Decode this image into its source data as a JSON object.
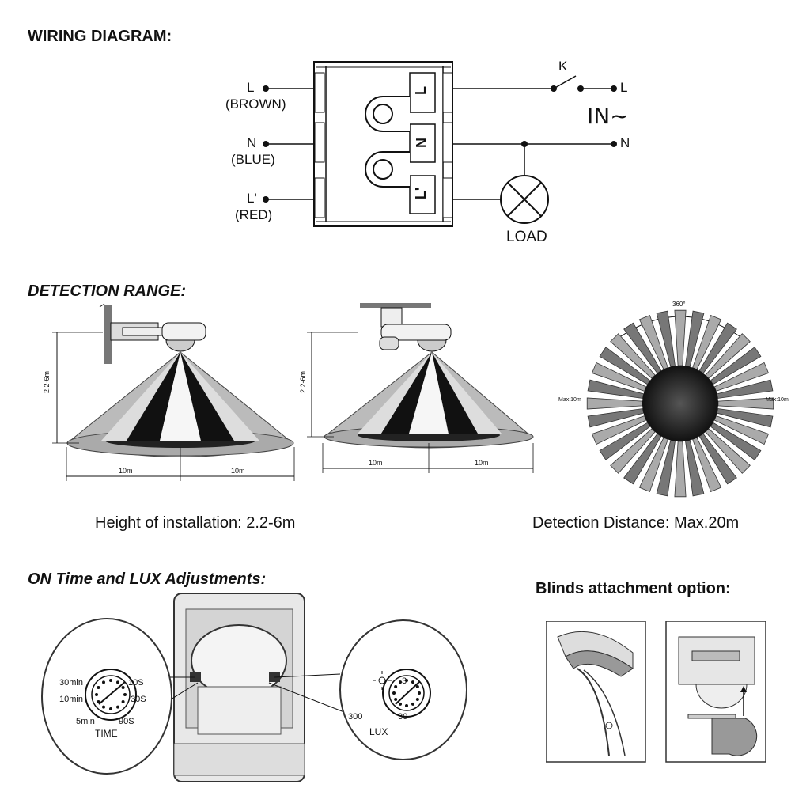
{
  "wiring": {
    "heading": "WIRING DIAGRAM:",
    "left_terminals": [
      {
        "label": "L",
        "color": "(BROWN)"
      },
      {
        "label": "N",
        "color": "(BLUE)"
      },
      {
        "label": "L'",
        "color": "(RED)"
      }
    ],
    "block_terminals": [
      "L",
      "N",
      "L'"
    ],
    "switch_label": "K",
    "right_terminals": [
      "L",
      "N"
    ],
    "input_label": "IN~",
    "load_label": "LOAD"
  },
  "detection": {
    "heading": "DETECTION RANGE:",
    "height_label": "2.2-6m",
    "wall_left_dist": "10m",
    "wall_right_dist": "10m",
    "ceiling_left_dist": "10m",
    "ceiling_right_dist": "10m",
    "angle_label": "360°",
    "max_left": "Max:10m",
    "max_right": "Max:10m",
    "caption_height": "Height of installation: 2.2-6m",
    "caption_distance": "Detection Distance: Max.20m"
  },
  "adjust": {
    "heading": "ON Time and LUX Adjustments:",
    "time_marks": [
      "30min",
      "10min",
      "5min",
      "10S",
      "30S",
      "90S"
    ],
    "time_label": "TIME",
    "lux_marks": [
      "3",
      "30",
      "300"
    ],
    "lux_label": "LUX"
  },
  "blinds": {
    "heading": "Blinds attachment option:"
  }
}
